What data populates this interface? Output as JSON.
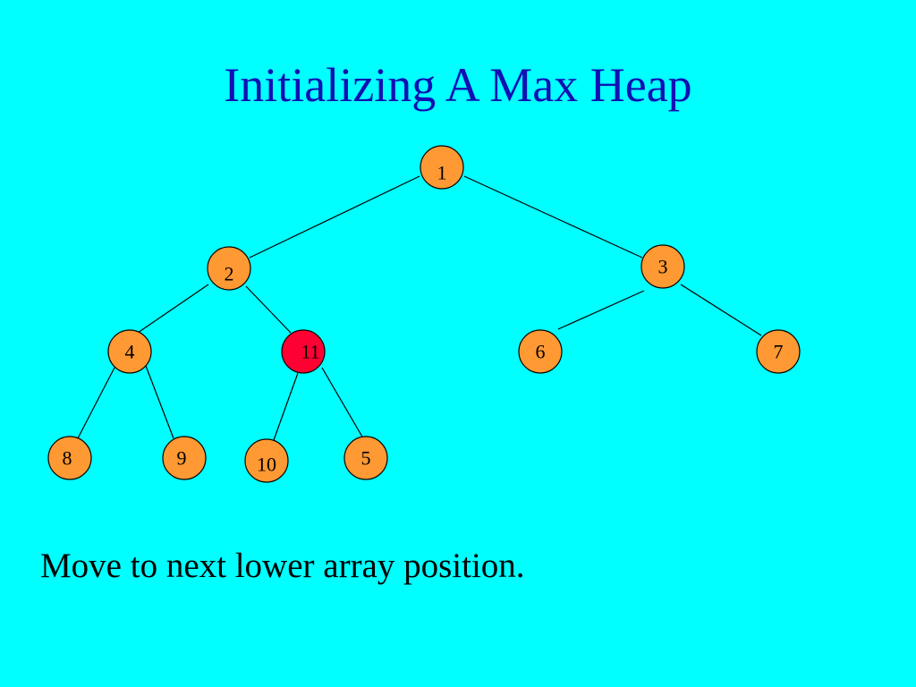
{
  "slide": {
    "title": "Initializing A Max Heap",
    "caption": "Move to next lower array position."
  },
  "colors": {
    "background": "#00ffff",
    "title": "#1010b4",
    "node_fill": "#ff9933",
    "highlight_fill": "#ff0033",
    "edge": "#000000"
  },
  "tree": {
    "nodes": [
      {
        "value": "1",
        "highlighted": false
      },
      {
        "value": "2",
        "highlighted": false
      },
      {
        "value": "3",
        "highlighted": false
      },
      {
        "value": "4",
        "highlighted": false
      },
      {
        "value": "11",
        "highlighted": true
      },
      {
        "value": "6",
        "highlighted": false
      },
      {
        "value": "7",
        "highlighted": false
      },
      {
        "value": "8",
        "highlighted": false
      },
      {
        "value": "9",
        "highlighted": false
      },
      {
        "value": "10",
        "highlighted": false
      },
      {
        "value": "5",
        "highlighted": false
      }
    ]
  }
}
